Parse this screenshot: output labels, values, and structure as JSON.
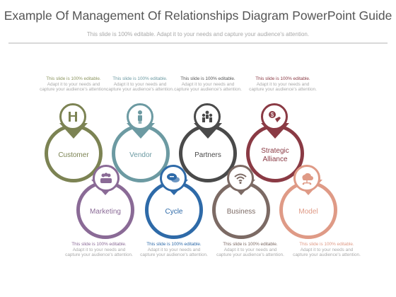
{
  "header": {
    "title": "Example Of Management Of Relationships Diagram PowerPoint Guide",
    "subtitle": "This slide is 100% editable. Adapt it to your needs and capture your audience's attention."
  },
  "notes": {
    "lead": "This slide is 100% editable.",
    "body": "Adapt it to your needs and capture your audience's attention."
  },
  "nodes": [
    {
      "label": "Customer",
      "color": "#7c8353",
      "icon": "two-people-icon"
    },
    {
      "label": "Vendor",
      "color": "#6c9aa2",
      "icon": "person-icon"
    },
    {
      "label": "Partners",
      "color": "#4a4a4a",
      "icon": "group-icon"
    },
    {
      "label": "Strategic Alliance",
      "color": "#8a3a44",
      "icon": "money-hand-icon"
    },
    {
      "label": "Marketing",
      "color": "#8a6a96",
      "icon": "team-icon"
    },
    {
      "label": "Cycle",
      "color": "#2e6aa8",
      "icon": "chat-bubbles-icon"
    },
    {
      "label": "Business",
      "color": "#7c6a64",
      "icon": "wifi-icon"
    },
    {
      "label": "Model",
      "color": "#df9a86",
      "icon": "cloud-network-icon"
    }
  ]
}
